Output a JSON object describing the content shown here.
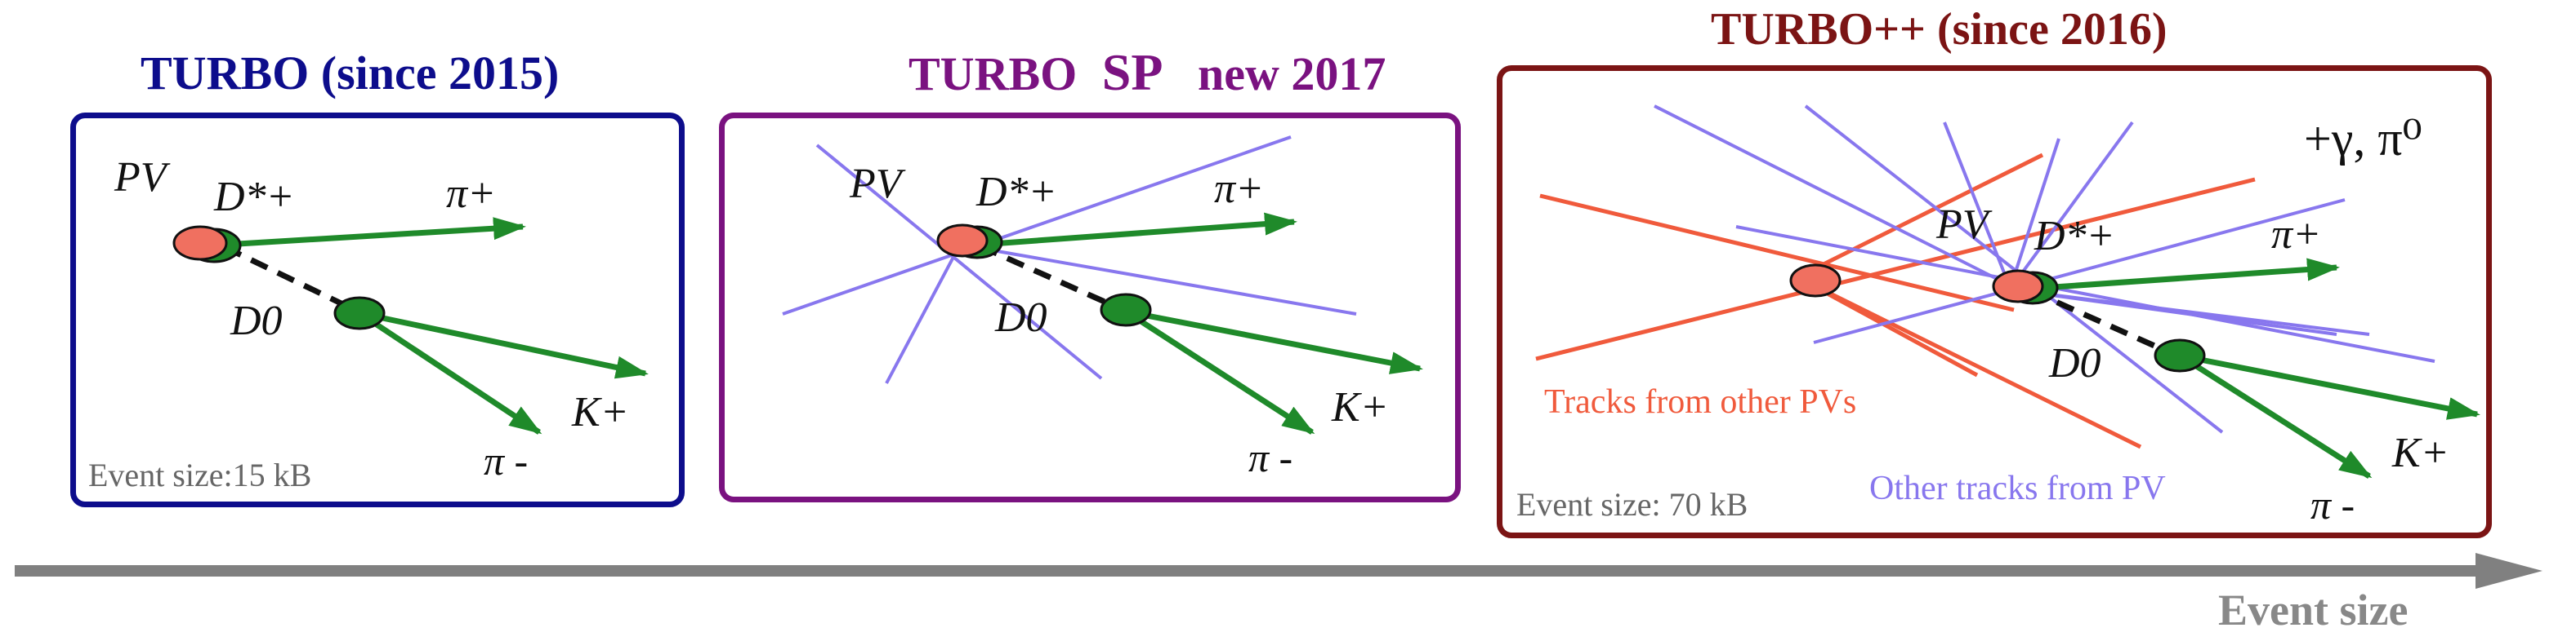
{
  "panels": {
    "turbo": {
      "title": "TURBO (since 2015)",
      "event_size": "Event size:15 kB"
    },
    "turbo_sp": {
      "title_a": "TURBO",
      "title_b": "SP",
      "title_c": "new 2017"
    },
    "turbo_pp": {
      "title": "TURBO++ (since 2016)",
      "event_size": "Event size: 70 kB",
      "extra": "+γ, π⁰",
      "tracks_other_pvs": "Tracks from other PVs",
      "other_tracks_pv": "Other tracks from PV"
    }
  },
  "labels": {
    "pv": "PV",
    "dstar": "D*+",
    "d0": "D0",
    "piplus": "π+",
    "kplus": "K+",
    "piminus": "π -"
  },
  "axis": {
    "label": "Event size"
  },
  "colors": {
    "turbo": "#0d0d8c",
    "turbo_sp": "#7a1280",
    "turbo_pp": "#7b1414",
    "green": "#1f8a2a",
    "orange": "#f07060",
    "blue_tracks": "#8877ee",
    "red_tracks": "#f05a3c",
    "arrow": "#808080"
  }
}
